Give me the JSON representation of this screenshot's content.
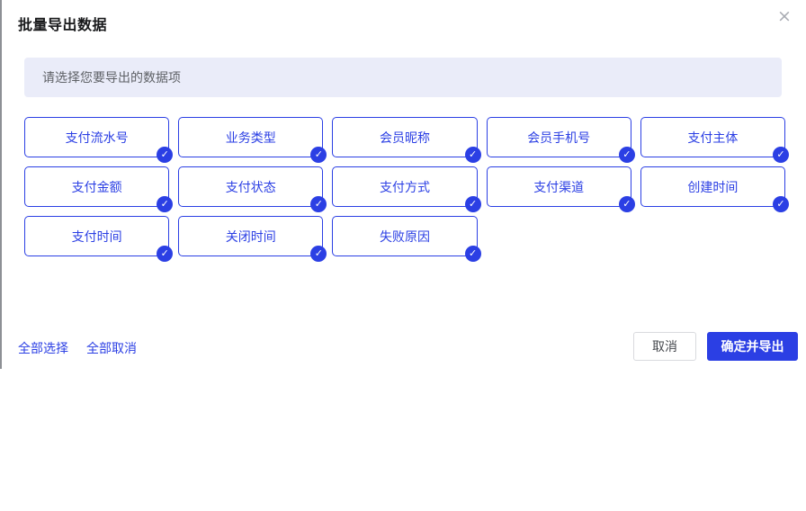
{
  "dialog": {
    "title": "批量导出数据",
    "close_label": "×",
    "notice": "请选择您要导出的数据项",
    "fields": [
      {
        "label": "支付流水号",
        "checked": true
      },
      {
        "label": "业务类型",
        "checked": true
      },
      {
        "label": "会员昵称",
        "checked": true
      },
      {
        "label": "会员手机号",
        "checked": true
      },
      {
        "label": "支付主体",
        "checked": true
      },
      {
        "label": "支付金额",
        "checked": true
      },
      {
        "label": "支付状态",
        "checked": true
      },
      {
        "label": "支付方式",
        "checked": true
      },
      {
        "label": "支付渠道",
        "checked": true
      },
      {
        "label": "创建时间",
        "checked": true
      },
      {
        "label": "支付时间",
        "checked": true
      },
      {
        "label": "关闭时间",
        "checked": true
      },
      {
        "label": "失败原因",
        "checked": true
      }
    ],
    "check_glyph": "✓",
    "footer": {
      "select_all": "全部选择",
      "deselect_all": "全部取消",
      "cancel": "取消",
      "confirm": "确定并导出"
    },
    "colors": {
      "primary": "#2b3fe4",
      "banner_bg": "#eaecf9"
    }
  }
}
